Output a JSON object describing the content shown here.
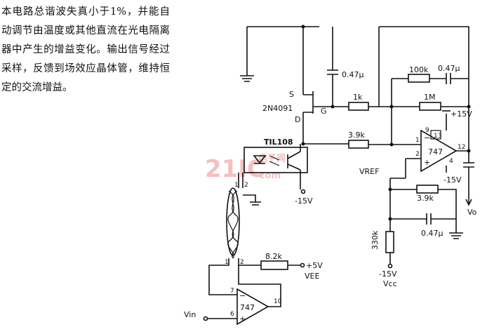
{
  "description": "本电路总谐波失真小于1%，并能自动调节由温度或其他直流在光电隔离器中产生的增益变化。输出信号经过采样，反馈到场效应晶体管，维持恒定的交流增益。",
  "watermark": {
    "main": "21IC",
    "sub": "电子网",
    "url": "com"
  },
  "components": {
    "c1": "0.47μ",
    "c2": "0.47μ",
    "c3": "0.47μ",
    "r100k": "100k",
    "r1k": "1k",
    "r1m": "1M",
    "r39k_a": "3.9k",
    "r39k_b": "3.9k",
    "r330k": "330k",
    "r82k": "8.2k",
    "fet": "2N4091",
    "fet_s": "S",
    "fet_d": "D",
    "fet_g": "G",
    "opto": "TIL108",
    "opamp": "747"
  },
  "supplies": {
    "pos15": "+15V",
    "neg15_opto": "-15V",
    "neg15_amp": "-15V",
    "neg15_bot": "-15V",
    "vcc_bot": "Vcc",
    "pos5": "+5V",
    "vee": "VEE",
    "vref": "VREF"
  },
  "pins": {
    "p1": "1",
    "p2": "2",
    "p9": "9",
    "p13": "13",
    "p12": "12",
    "p4": "4",
    "t1": "1",
    "t2": "2",
    "b1": "1",
    "b2": "2",
    "u7": "7",
    "u6": "6",
    "u10": "10"
  },
  "signals": {
    "vin": "Vin",
    "vo": "Vo"
  }
}
